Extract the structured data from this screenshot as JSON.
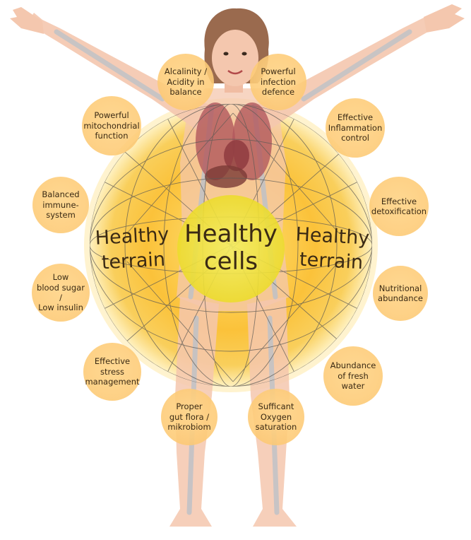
{
  "center_label": "Healthy\ncells",
  "terrain_label_left": "Healthy\nterrain",
  "terrain_label_right": "Healthy\nterrain",
  "factors": [
    {
      "id": "alcalinity",
      "text": "Alcalinity /\nAcidity in\nbalance"
    },
    {
      "id": "infection",
      "text": "Powerful\ninfection\ndefence"
    },
    {
      "id": "mitochondrial",
      "text": "Powerful\nmitochondrial\nfunction"
    },
    {
      "id": "inflammation",
      "text": "Effective\nInflammation\ncontrol"
    },
    {
      "id": "immune",
      "text": "Balanced\nimmune-\nsystem"
    },
    {
      "id": "detox",
      "text": "Effective\ndetoxification"
    },
    {
      "id": "blood-sugar",
      "text": "Low\nblood sugar /\nLow insulin"
    },
    {
      "id": "nutrition",
      "text": "Nutritional\nabundance"
    },
    {
      "id": "stress",
      "text": "Effective\nstress\nmanagement"
    },
    {
      "id": "water",
      "text": "Abundance\nof fresh\nwater"
    },
    {
      "id": "gut",
      "text": "Proper\ngut flora /\nmikrobiom"
    },
    {
      "id": "oxygen",
      "text": "Sufficant\nOxygen\nsaturation"
    }
  ],
  "colors": {
    "sphere": "#fbc645",
    "center_circle": "#f6e83a",
    "bubble": "#fcc878",
    "skin": "#f4c7ae",
    "skeleton": "#bfc2c7",
    "organs": "#b2585c",
    "hair": "#9a6a4e"
  }
}
